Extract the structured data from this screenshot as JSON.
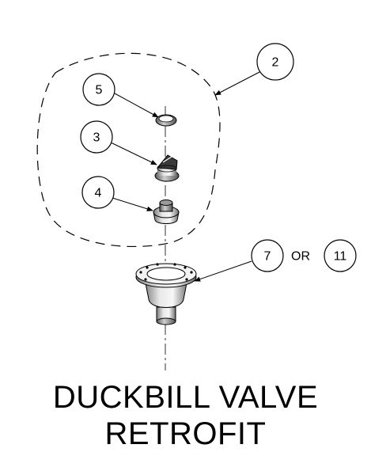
{
  "callouts": {
    "assembly": "2",
    "seal_ring": "5",
    "duckbill": "3",
    "insert": "4",
    "body_a": "7",
    "or_text": "OR",
    "body_b": "11"
  },
  "title": {
    "line1": "DUCKBILL VALVE",
    "line2": "RETROFIT"
  }
}
